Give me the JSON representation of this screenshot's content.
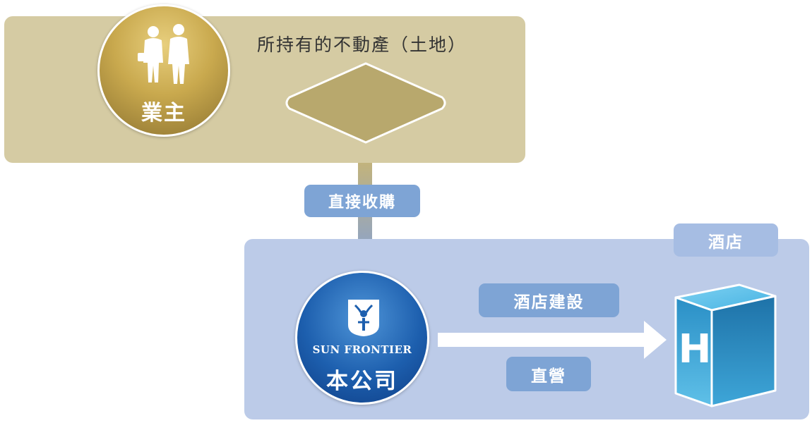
{
  "owner": {
    "label": "業主",
    "icon": "owner-silhouettes-icon"
  },
  "land": {
    "label": "所持有的不動產（土地）",
    "icon": "land-diamond-icon"
  },
  "purchase": {
    "label": "直接收購"
  },
  "company": {
    "brand": "SUN FRONTIER",
    "label": "本公司",
    "icon": "sun-frontier-logo-icon"
  },
  "hotel": {
    "label": "酒店",
    "cube_letter": "H",
    "icon": "hotel-cube-icon"
  },
  "flow": {
    "build_label": "酒店建設",
    "operate_label": "直營",
    "icon": "right-arrow-icon"
  },
  "colors": {
    "owner_panel": "#d5cba3",
    "owner_circle": "#c9a94e",
    "company_panel": "#bccbe8",
    "company_circle": "#1d5fae",
    "badge": "#7ea4d5",
    "hotel_badge": "#a6bde3",
    "cube": "#2e9cd0"
  }
}
